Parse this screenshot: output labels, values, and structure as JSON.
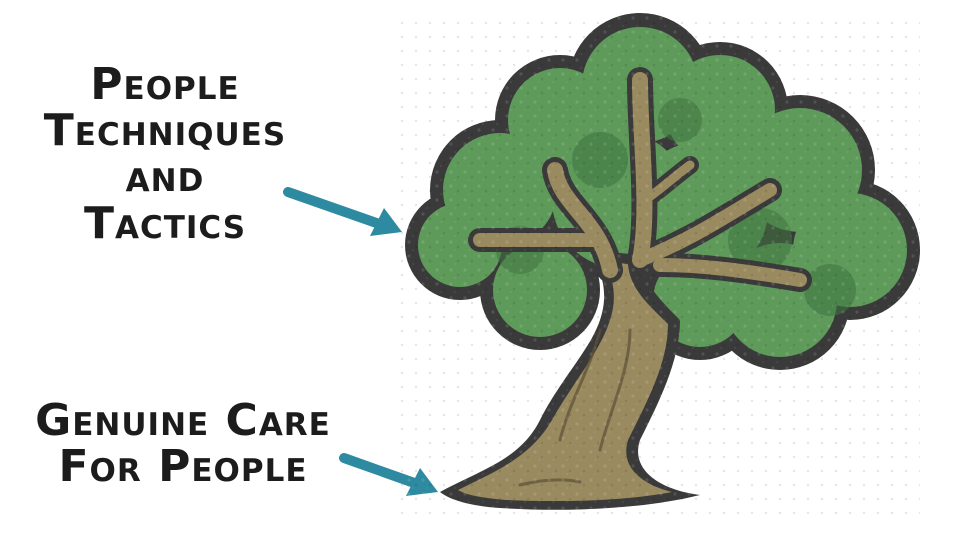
{
  "labels": {
    "top": [
      "People",
      "Techniques",
      "and",
      "Tactics"
    ],
    "bottom": [
      "Genuine Care",
      "For People"
    ]
  },
  "icons": {
    "tree": "tree-icon",
    "arrow_top": "arrow-right-icon",
    "arrow_bottom": "arrow-right-icon"
  },
  "colors": {
    "canopy": "#5e9a5a",
    "canopy_dark": "#3f7540",
    "trunk": "#9a8a5f",
    "outline": "#3a3a3a",
    "arrow": "#2d8aa0",
    "text": "#1c1c1c"
  }
}
